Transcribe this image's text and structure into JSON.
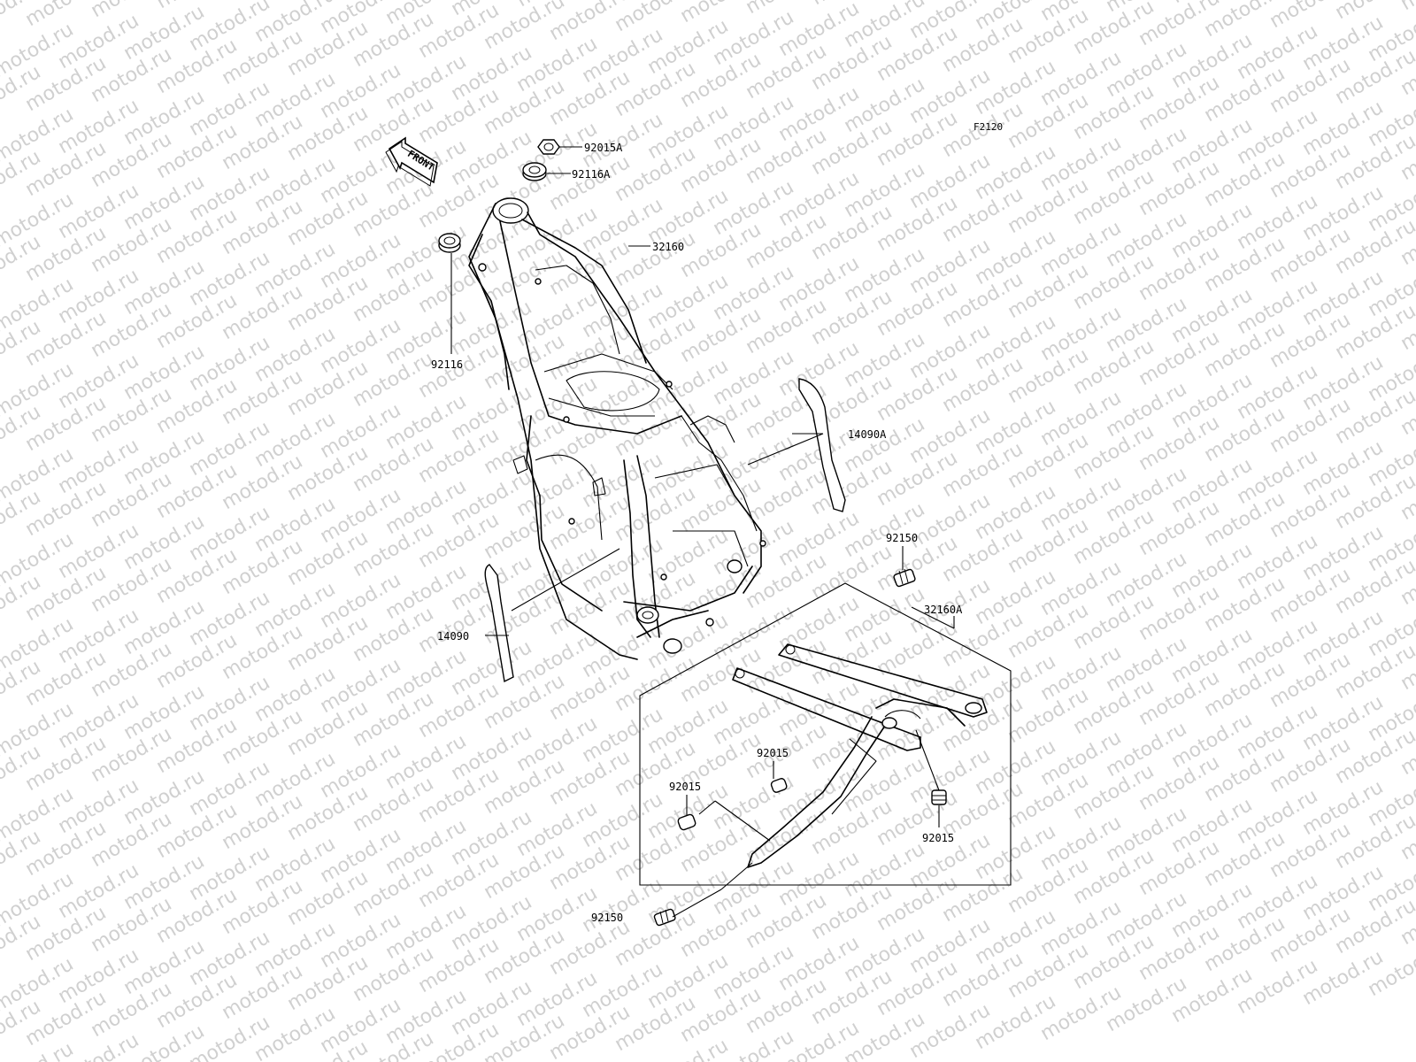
{
  "diagram_code": "F2120",
  "front_label": "FRONT",
  "watermark_text": "motod.ru",
  "labels": {
    "nut_top": "92015A",
    "bushing_top": "92116A",
    "frame": "32160",
    "bushing_left": "92116",
    "guard_right": "14090A",
    "guard_left": "14090",
    "bolt_top_right": "92150",
    "subframe": "32160A",
    "collar_center": "92015",
    "collar_left": "92015",
    "collar_right": "92015",
    "bolt_bottom": "92150"
  }
}
